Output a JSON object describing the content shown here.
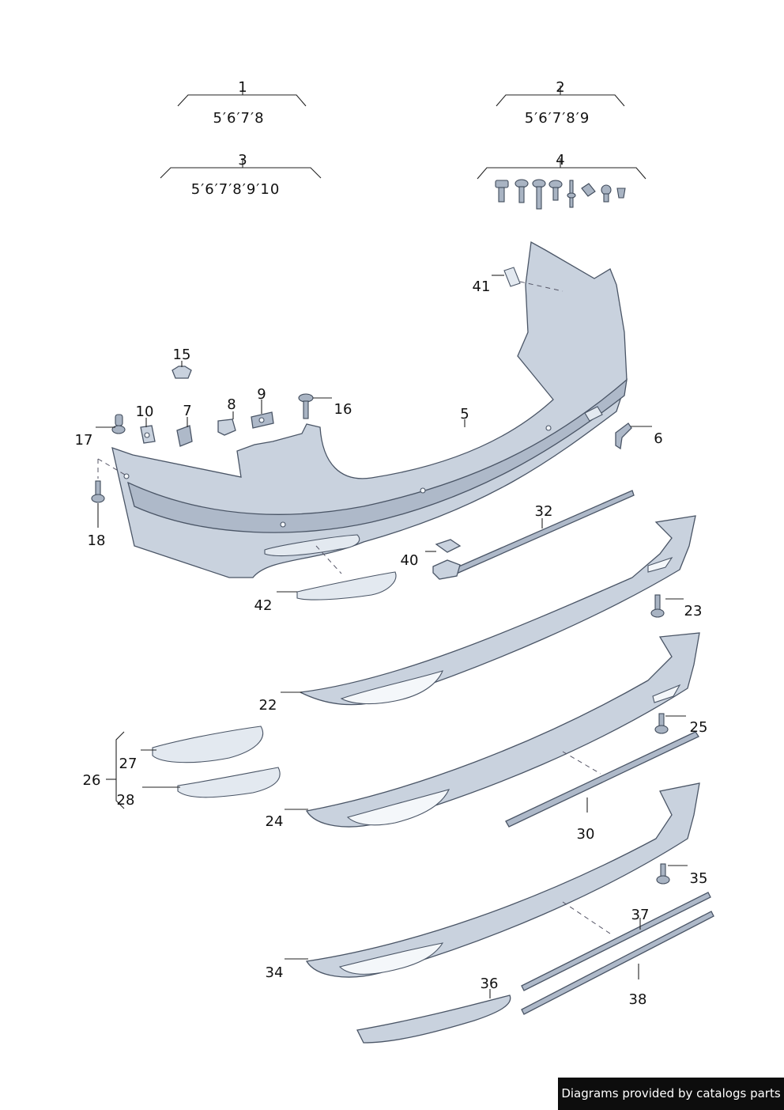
{
  "groups": [
    {
      "num": "1",
      "refs": "5′6′7′8"
    },
    {
      "num": "2",
      "refs": "5′6′7′8′9"
    },
    {
      "num": "3",
      "refs": "5′6′7′8′9′10"
    },
    {
      "num": "4",
      "refs": ""
    }
  ],
  "callouts": {
    "p5": "5",
    "p6": "6",
    "p7": "7",
    "p8": "8",
    "p9": "9",
    "p10": "10",
    "p15": "15",
    "p16": "16",
    "p17": "17",
    "p18": "18",
    "p22": "22",
    "p23": "23",
    "p24": "24",
    "p25": "25",
    "p26": "26",
    "p27": "27",
    "p28": "28",
    "p30": "30",
    "p32": "32",
    "p34": "34",
    "p35": "35",
    "p36": "36",
    "p37": "37",
    "p38": "38",
    "p40": "40",
    "p41": "41",
    "p42": "42"
  },
  "footer": "Diagrams provided by catalogs parts",
  "colors": {
    "part": "#c9d2de",
    "outline": "#4a5566",
    "footer_bg": "#0d0d0d"
  }
}
